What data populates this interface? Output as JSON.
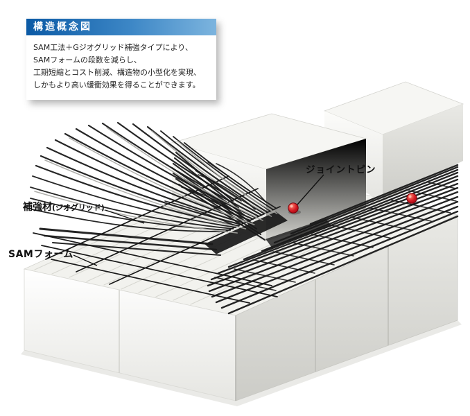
{
  "info_box": {
    "title": "構造概念図",
    "lines": [
      "SAM工法＋Gジオグリッド補強タイプにより、",
      "SAMフォームの段数を減らし、",
      "工期短縮とコスト削減、構造物の小型化を実現、",
      "しかもより高い緩衝効果を得ることができます。"
    ]
  },
  "labels": {
    "joint_pin": "ジョイントピン",
    "reinforcement_main": "補強材",
    "reinforcement_sub": "(ジオグリッド)",
    "sam_foam": "SAMフォーム"
  },
  "colors": {
    "header_gradient_left": "#0b5aa5",
    "header_gradient_right": "#7cb4de",
    "mesh": "#1a1a1a",
    "mesh_gray": "#a6a6a2",
    "faint_grid": "#d7d7d1",
    "pin_red": "#d31a22",
    "leader_line": "#111111",
    "foam_top": "#f2f2ee",
    "foam_left": "#fbfbf9",
    "foam_right": "#dededa"
  }
}
